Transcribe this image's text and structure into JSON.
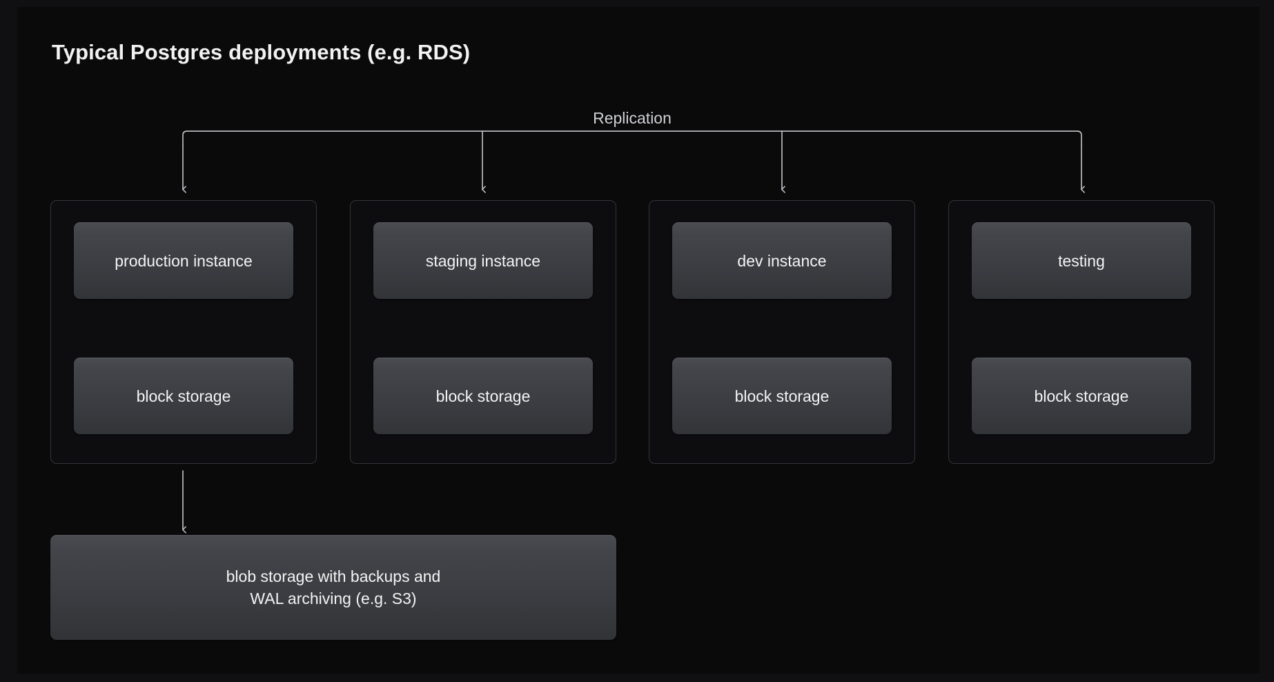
{
  "title": "Typical Postgres deployments (e.g. RDS)",
  "replication": {
    "label": "Replication"
  },
  "columns": [
    {
      "id": "production",
      "instance_label": "production instance",
      "storage_label": "block storage"
    },
    {
      "id": "staging",
      "instance_label": "staging instance",
      "storage_label": "block storage"
    },
    {
      "id": "dev",
      "instance_label": "dev instance",
      "storage_label": "block storage"
    },
    {
      "id": "testing",
      "instance_label": "testing",
      "storage_label": "block storage"
    }
  ],
  "blob_storage": {
    "line1": "blob storage with backups and",
    "line2": "WAL archiving (e.g. S3)"
  },
  "colors": {
    "page_background": "#101012",
    "panel_background": "#0a0a0b",
    "column_border": "#333539",
    "card_top": "#4a4c51",
    "card_bottom": "#323438",
    "text_primary": "#f4f4f5",
    "text_secondary": "#cfd1d4",
    "connector": "#b9bbbf"
  }
}
